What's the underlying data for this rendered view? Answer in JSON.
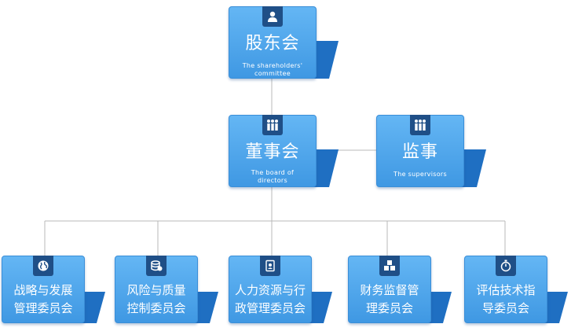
{
  "top": {
    "shareholders": {
      "title": "股东会",
      "subtitle": "The shareholders' committee",
      "icon": "person-icon"
    },
    "board": {
      "title": "董事会",
      "subtitle": "The board of directors",
      "icon": "group-icon"
    },
    "supervisors": {
      "title": "监事",
      "subtitle": "The supervisors",
      "icon": "group-icon"
    }
  },
  "committees": [
    {
      "line1": "战略与发展",
      "line2": "管理委员会",
      "icon": "globe-icon"
    },
    {
      "line1": "风险与质量",
      "line2": "控制委员会",
      "icon": "coins-icon"
    },
    {
      "line1": "人力资源与行",
      "line2": "政管理委员会",
      "icon": "id-badge-icon"
    },
    {
      "line1": "财务监督管",
      "line2": "理委员会",
      "icon": "cubes-icon"
    },
    {
      "line1": "评估技术指",
      "line2": "导委员会",
      "icon": "stopwatch-icon"
    }
  ],
  "colors": {
    "card": "#4aa3ec",
    "tail": "#1f6fc2",
    "badge": "#1f4f87",
    "line": "#b9b9b9"
  }
}
